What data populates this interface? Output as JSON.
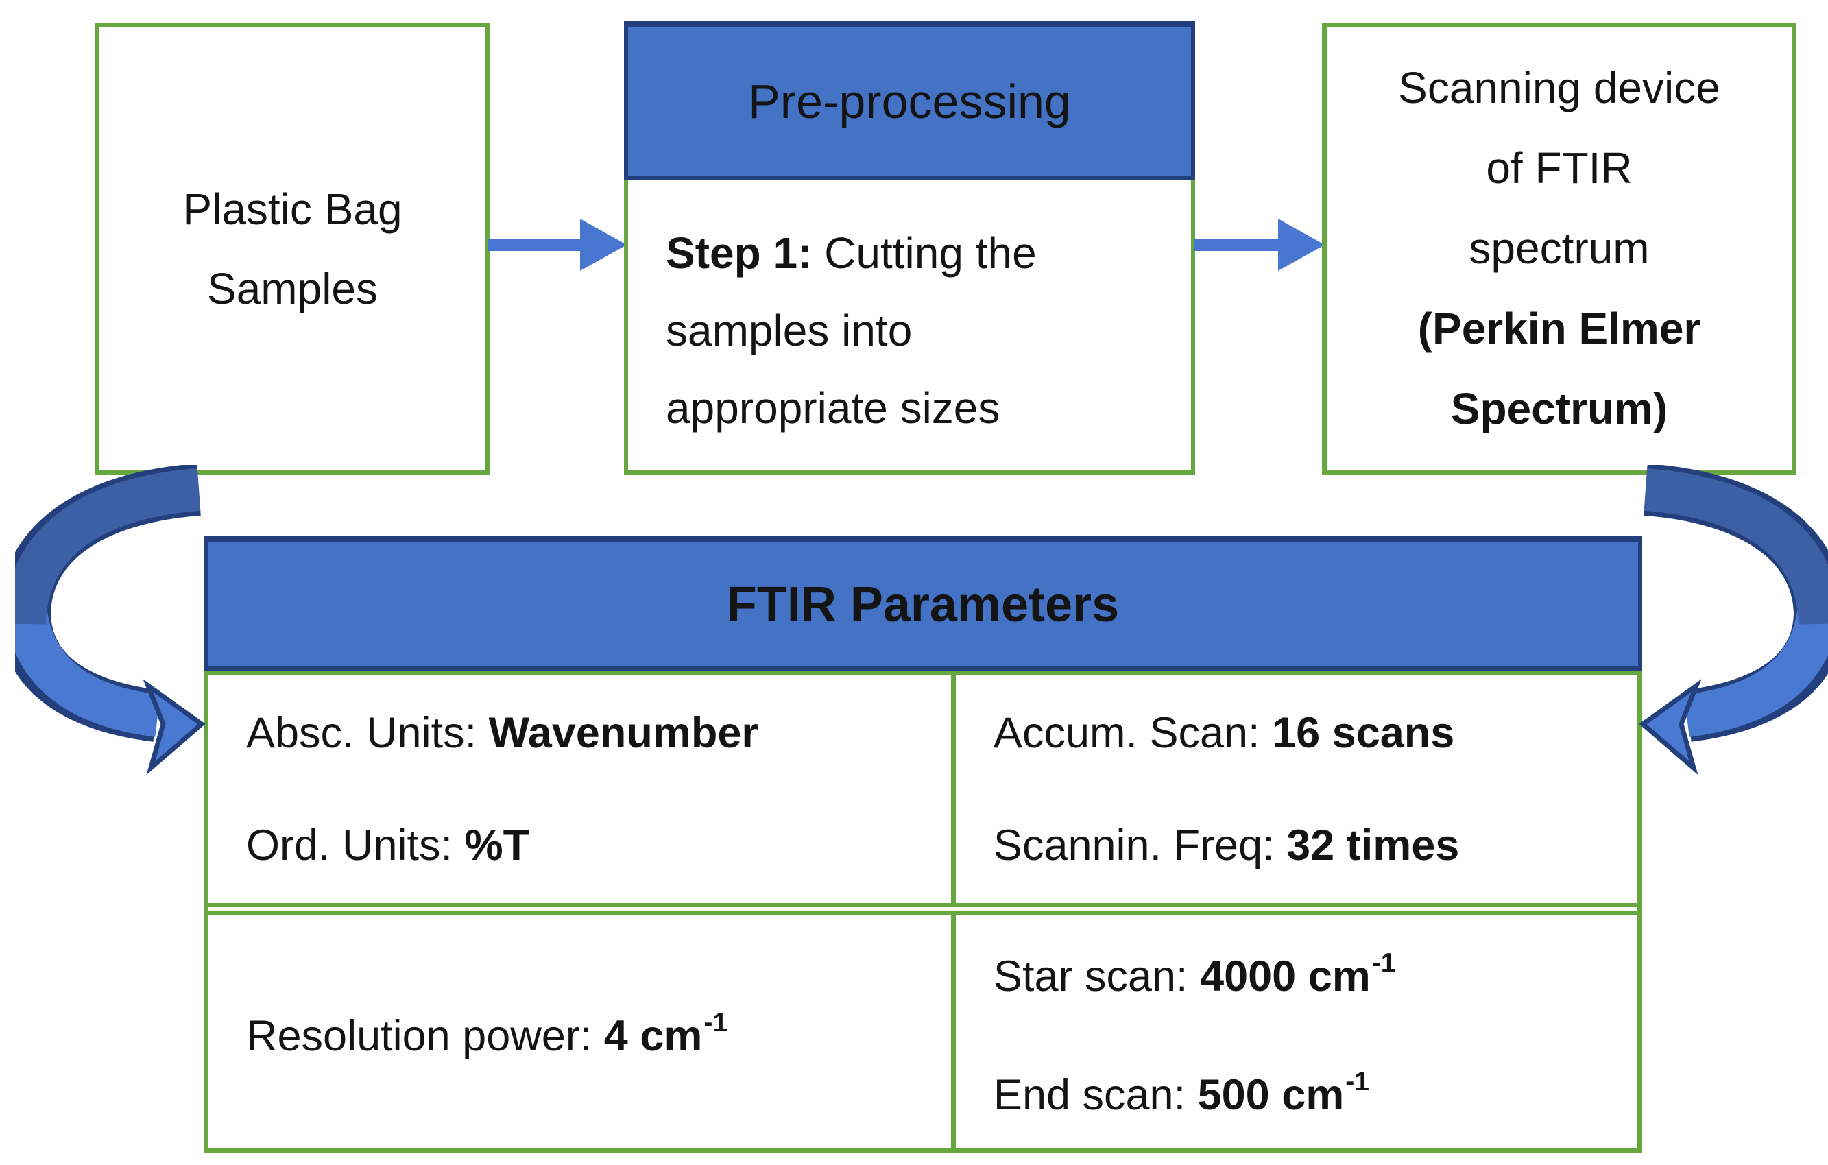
{
  "boxes": {
    "samples": {
      "lines": [
        "Plastic Bag",
        "Samples"
      ]
    },
    "preprocessing": {
      "header": "Pre-processing",
      "step_bold": "Step 1:",
      "step_rest": " Cutting the",
      "line2": "samples into",
      "line3": "appropriate sizes"
    },
    "scanner": {
      "regular_lines": [
        "Scanning device",
        "of FTIR",
        "spectrum"
      ],
      "bold_lines": [
        "(Perkin Elmer",
        "Spectrum)"
      ]
    }
  },
  "parameters": {
    "header": "FTIR Parameters",
    "abscissa": {
      "label": "Absc. Units: ",
      "value": "Wavenumber"
    },
    "ordinate": {
      "label": "Ord. Units: ",
      "value": "%T"
    },
    "accumulation": {
      "label": "Accum. Scan: ",
      "value": "16 scans"
    },
    "frequency": {
      "label": "Scannin. Freq: ",
      "value": "32 times"
    },
    "resolution": {
      "label": "Resolution power: ",
      "value": "4 cm",
      "sup": "-1"
    },
    "start_scan": {
      "label": "Star scan: ",
      "value": "4000 cm",
      "sup": "-1"
    },
    "end_scan": {
      "label": "End scan: ",
      "value": "500 cm",
      "sup": "-1"
    }
  },
  "colors": {
    "box_border_green": "#66a83f",
    "header_fill_blue": "#4472c4",
    "header_border_navy": "#24407c",
    "straight_arrow_blue": "#4876d1",
    "curved_arrow_dark_blue": "#3d5fa6",
    "curved_arrow_light_blue": "#4a79d2",
    "text_black": "#141414"
  }
}
